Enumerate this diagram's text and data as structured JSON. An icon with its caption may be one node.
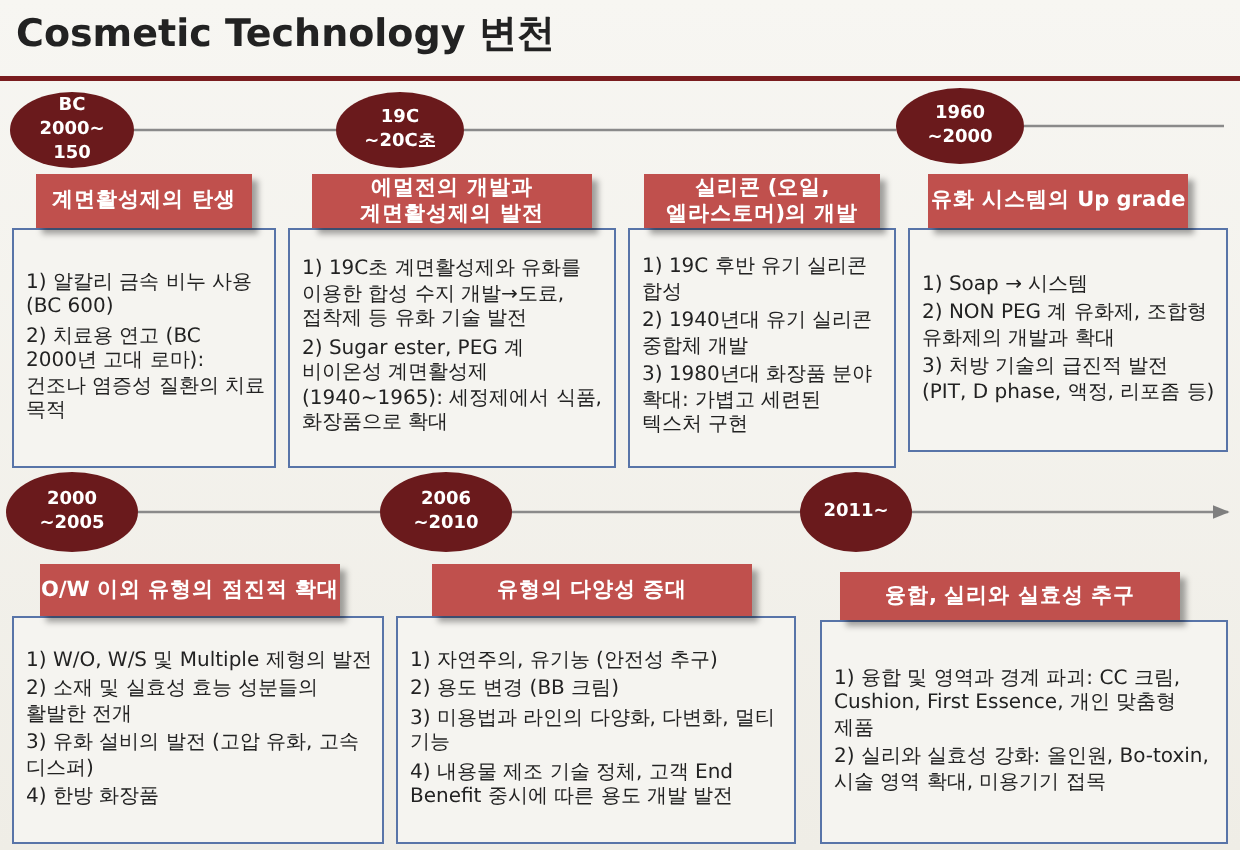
{
  "diagram": {
    "title": "Cosmetic Technology 변천",
    "nodes": [
      {
        "text": [
          "BC 2000~ 150"
        ]
      },
      {
        "text": [
          "계면활성제의 탄생"
        ]
      },
      {
        "text": [
          "1) 알칼리 금속 비누 사용 (BC 600)",
          "2) 치료용 연고 (BC 2000년 고대 로마): 건조나 염증성 질환의 치료 목적"
        ]
      },
      {
        "text": [
          "19C ~20C초"
        ]
      },
      {
        "text": [
          "에멀전의 개발과 계면활성제의 발전"
        ]
      },
      {
        "text": [
          "1) 19C초 계면활성제와 유화를 이용한 합성 수지 개발→도료, 접착제 등 유화 기술 발전",
          "2) Sugar ester, PEG 계 비이온성 계면활성제 (1940~1965): 세정제에서 식품, 화장품으로 확대"
        ]
      },
      {
        "text": [
          "실리콘 (오일, 엘라스토머)의 개발"
        ]
      },
      {
        "text": [
          "1) 19C 후반 유기 실리콘 합성",
          "2) 1940년대 유기 실리콘 중합체 개발",
          "3) 1980년대 화장품 분야 확대: 가볍고 세련된 텍스처 구현"
        ]
      },
      {
        "text": [
          "1960 ~2000"
        ]
      },
      {
        "text": [
          "유화 시스템의 Up grade"
        ]
      },
      {
        "text": [
          "1) Soap → 시스템",
          "2) NON PEG 계 유화제, 조합형 유화제의 개발과 확대",
          "3) 처방 기술의 급진적 발전 (PIT, D phase, 액정, 리포좀 등)"
        ]
      },
      {
        "text": [
          "2000 ~2005"
        ]
      },
      {
        "text": [
          "O/W 이외 유형의 점진적 확대"
        ]
      },
      {
        "text": [
          "1) W/O, W/S 및 Multiple 제형의 발전",
          "2) 소재 및 실효성 효능 성분들의 활발한 전개",
          "3) 유화 설비의 발전 (고압 유화, 고속 디스퍼)",
          "4) 한방 화장품"
        ]
      },
      {
        "text": [
          "2006 ~2010"
        ]
      },
      {
        "text": [
          "유형의 다양성 증대"
        ]
      },
      {
        "text": [
          "1) 자연주의, 유기농 (안전성 추구)",
          "2) 용도 변경 (BB 크림)",
          "3) 미용법과 라인의 다양화, 다변화, 멀티 기능",
          "4) 내용물 제조 기술 정체, 고객 End Benefit 중시에 따른 용도 개발 발전"
        ]
      },
      {
        "text": [
          "2011~"
        ]
      },
      {
        "text": [
          "융합, 실리와 실효성 추구"
        ]
      },
      {
        "text": [
          "1) 융합 및 영역과 경계 파괴: CC 크림, Cushion, First Essence, 개인 맞춤형 제품",
          "2) 실리와 실효성 강화: 올인원, Bo-toxin, 시술 영역 확대, 미용기기 접목"
        ]
      }
    ],
    "edges": [
      {
        "from": 0,
        "to": 3,
        "arrow": "none"
      },
      {
        "from": 3,
        "to": 8,
        "arrow": "none"
      },
      {
        "from": 8,
        "to": null,
        "arrow": "none"
      },
      {
        "from": 11,
        "to": 14,
        "arrow": "none"
      },
      {
        "from": 14,
        "to": 17,
        "arrow": "none"
      },
      {
        "from": 17,
        "to": null,
        "arrow": "to"
      }
    ]
  }
}
